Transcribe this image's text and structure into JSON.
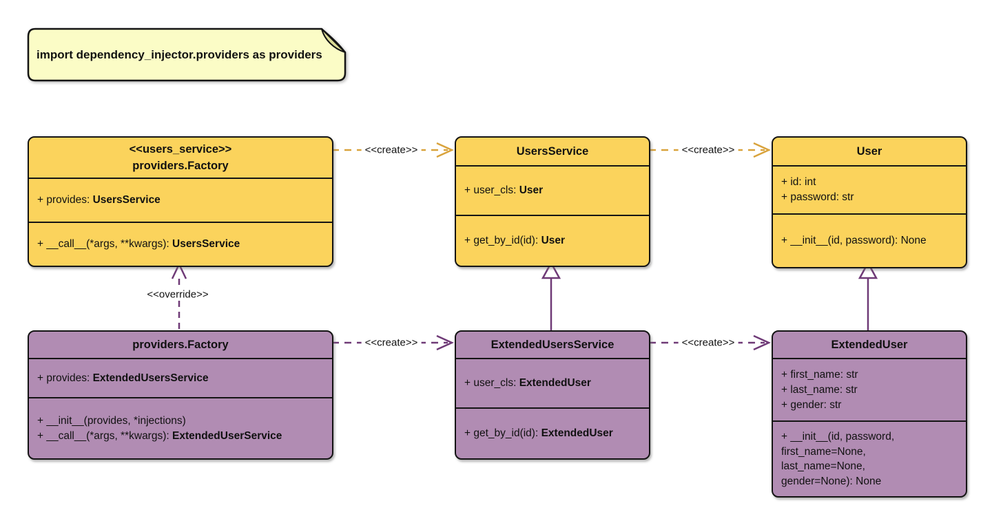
{
  "diagram_type": "uml-class-diagram",
  "note": {
    "text": "import dependency_injector.providers as providers"
  },
  "colors": {
    "class_yellow_fill": "#FBD35C",
    "class_purple_fill": "#B18CB3",
    "arrow_gold": "#D9A33C",
    "arrow_purple": "#6F3A77",
    "note_fill": "#FBFCC6",
    "note_fold": "#DBDC96",
    "border": "#141414",
    "text": "#111111"
  },
  "classes": [
    {
      "id": "factory-users-service",
      "theme": "yellow",
      "stereotype": "<<users_service>>",
      "title": "providers.Factory",
      "attrs": [
        {
          "text": "+ provides: ",
          "type": "UsersService"
        }
      ],
      "methods": [
        {
          "text": "+ __call__(*args, **kwargs): ",
          "type": "UsersService"
        }
      ]
    },
    {
      "id": "users-service",
      "theme": "yellow",
      "title": "UsersService",
      "attrs": [
        {
          "text": "+ user_cls: ",
          "type": "User"
        }
      ],
      "methods": [
        {
          "text": "+ get_by_id(id): ",
          "type": "User"
        }
      ]
    },
    {
      "id": "user",
      "theme": "yellow",
      "title": "User",
      "attrs": [
        {
          "text": "+ id: int"
        },
        {
          "text": "+ password: str"
        }
      ],
      "methods": [
        {
          "text": "+ __init__(id, password): None"
        }
      ]
    },
    {
      "id": "factory-extended",
      "theme": "purple",
      "title": "providers.Factory",
      "attrs": [
        {
          "text": "+ provides: ",
          "type": "ExtendedUsersService"
        }
      ],
      "methods": [
        {
          "text": "+ __init__(provides, *injections)"
        },
        {
          "text": "+ __call__(*args, **kwargs): ",
          "type": "ExtendedUserService"
        }
      ]
    },
    {
      "id": "extended-users-service",
      "theme": "purple",
      "title": "ExtendedUsersService",
      "attrs": [
        {
          "text": "+ user_cls: ",
          "type": "ExtendedUser"
        }
      ],
      "methods": [
        {
          "text": "+ get_by_id(id): ",
          "type": "ExtendedUser"
        }
      ]
    },
    {
      "id": "extended-user",
      "theme": "purple",
      "title": "ExtendedUser",
      "attrs": [
        {
          "text": "+ first_name: str"
        },
        {
          "text": "+ last_name: str"
        },
        {
          "text": "+ gender: str"
        }
      ],
      "methods": [
        {
          "text": "+ __init__(id, password,"
        },
        {
          "text": "first_name=None,"
        },
        {
          "text": "last_name=None,"
        },
        {
          "text": "gender=None): None"
        }
      ]
    }
  ],
  "edges": {
    "create_label": "<<create>>",
    "override_label": "<<override>>"
  }
}
